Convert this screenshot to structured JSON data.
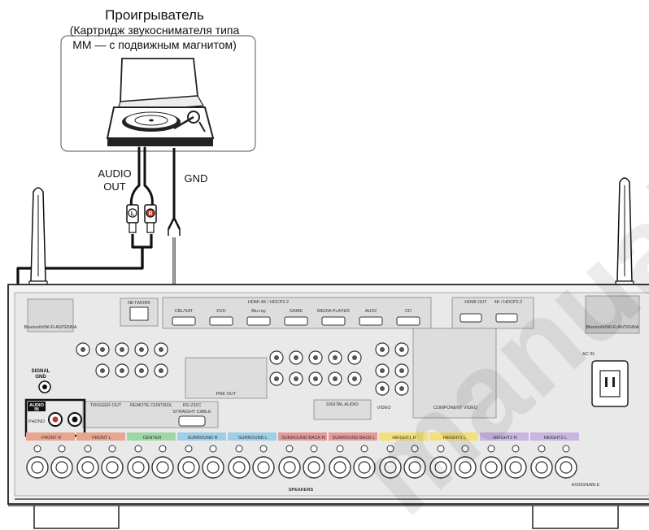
{
  "turntable": {
    "title": "Проигрыватель",
    "subtitle_line1": "(Картридж звукоснимателя типа",
    "subtitle_line2": "MM — с подвижным магнитом)"
  },
  "cable_labels": {
    "audio_out_line1": "AUDIO",
    "audio_out_line2": "OUT",
    "gnd": "GND",
    "plug_left": "L",
    "plug_right": "R"
  },
  "receiver": {
    "signal_gnd_line1": "SIGNAL",
    "signal_gnd_line2": "GND",
    "audio_in_line1": "AUDIO",
    "audio_in_line2": "IN",
    "phono": "PHONO",
    "network": "NETWORK",
    "hdmi_in": "HDMI 4K / HDCP2.2",
    "hdmi_out": "HDMI OUT",
    "hdmi_out_4k": "4K / HDCP2.2",
    "hdmi_inputs": [
      "CBL/SAT",
      "DVD",
      "Blu-ray",
      "GAME",
      "MEDIA PLAYER",
      "AUX2",
      "CD"
    ],
    "antenna_left": "Bluetooth/Wi-Fi ANTENNA",
    "antenna_right": "Bluetooth/Wi-Fi ANTENNA",
    "ac_in": "AC IN",
    "pre_out": "PRE OUT",
    "rs232c": "RS-232C",
    "straight_cable": "STRAIGHT CABLE",
    "trigger_out": "TRIGGER OUT",
    "remote_control": "REMOTE CONTROL",
    "digital_audio": "DIGITAL AUDIO",
    "component_video": "COMPONENT VIDEO",
    "video": "VIDEO",
    "speakers": "SPEAKERS",
    "assignable": "ASSIGNABLE",
    "speaker_labels": [
      "FRONT R",
      "FRONT L",
      "CENTER",
      "SURROUND R",
      "SURROUND L",
      "SURROUND BACK R",
      "SURROUND BACK L",
      "HEIGHT1 R",
      "HEIGHT1 L",
      "HEIGHT2 R",
      "HEIGHT2 L"
    ]
  },
  "colors": {
    "cable": "#111111",
    "front": "#e8a58f",
    "center": "#9fd6a6",
    "surround": "#9ecfe8",
    "surround_back": "#e59a9a",
    "height1": "#f3e07a",
    "height2": "#c8b5e0",
    "plug_red": "#c0392b"
  },
  "watermark": "manualslib.com"
}
